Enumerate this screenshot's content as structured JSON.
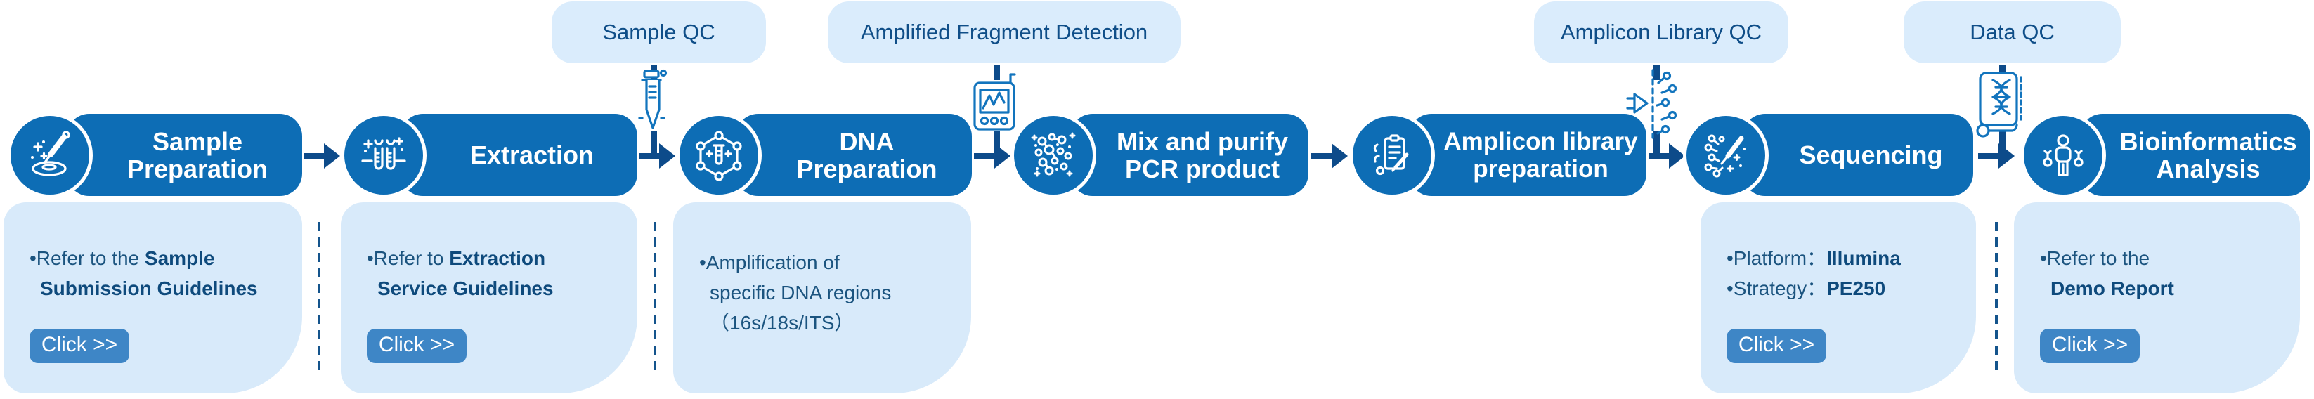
{
  "colors": {
    "stage_blue": "#0d6db5",
    "arrow_navy": "#0d4b8a",
    "qc_bubble_bg": "#daecfc",
    "info_box_bg": "#d8eafa",
    "button_bg": "#3e86c6",
    "heading_text": "#0f4e88",
    "body_text": "#1b547f",
    "bold_text": "#0e4a7c",
    "icon_blue": "#1274bd",
    "divider_dash": "#14548c"
  },
  "qc_bubbles": [
    {
      "label": "Sample QC",
      "icon": "conical-tube-icon"
    },
    {
      "label": "Amplified Fragment Detection",
      "icon": "pcr-detector-icon"
    },
    {
      "label": "Amplicon Library QC",
      "icon": "fragment-analyzer-icon"
    },
    {
      "label": "Data QC",
      "icon": "dna-scroll-icon"
    }
  ],
  "stages": [
    {
      "lines": [
        "Sample",
        "Preparation"
      ],
      "icon": "petri-dish-dropper-icon"
    },
    {
      "lines": [
        "Extraction"
      ],
      "icon": "test-tubes-icon"
    },
    {
      "lines": [
        "DNA",
        "Preparation"
      ],
      "icon": "dna-hexagon-tube-icon"
    },
    {
      "lines": [
        "Mix and purify",
        "PCR product"
      ],
      "icon": "mixed-particles-icon"
    },
    {
      "lines": [
        "Amplicon library",
        "preparation"
      ],
      "icon": "clipboard-pencil-icon"
    },
    {
      "lines": [
        "Sequencing"
      ],
      "icon": "dna-fragments-pipette-icon"
    },
    {
      "lines": [
        "Bioinformatics",
        "Analysis"
      ],
      "icon": "analyst-person-icon"
    }
  ],
  "info_boxes": [
    {
      "lines": [
        [
          {
            "text": "•Refer to the ",
            "bold": false
          },
          {
            "text": "Sample",
            "bold": true
          }
        ],
        [
          {
            "text": "Submission Guidelines",
            "bold": true
          }
        ]
      ],
      "button": "Click >>"
    },
    {
      "lines": [
        [
          {
            "text": "•Refer to ",
            "bold": false
          },
          {
            "text": "Extraction",
            "bold": true
          }
        ],
        [
          {
            "text": "Service Guidelines",
            "bold": true
          }
        ]
      ],
      "button": "Click >>"
    },
    {
      "lines": [
        [
          {
            "text": "•Amplification of",
            "bold": false
          }
        ],
        [
          {
            "text": "specific DNA regions",
            "bold": false
          }
        ],
        [
          {
            "text": "（16s/18s/ITS）",
            "bold": false
          }
        ]
      ]
    },
    {
      "lines": [
        [
          {
            "text": "•Platform：",
            "bold": false
          },
          {
            "text": "Illumina",
            "bold": true
          }
        ],
        [
          {
            "text": "•Strategy：",
            "bold": false
          },
          {
            "text": "PE250",
            "bold": true
          }
        ]
      ],
      "button": "Click >>"
    },
    {
      "lines": [
        [
          {
            "text": "•Refer to the",
            "bold": false
          }
        ],
        [
          {
            "text": "Demo Report",
            "bold": true
          }
        ]
      ],
      "button": "Click >>"
    }
  ]
}
